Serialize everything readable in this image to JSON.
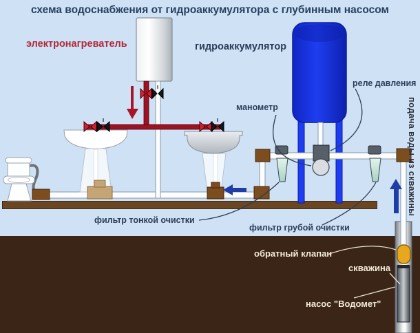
{
  "title": "схема водоснабжения от гидроаккумулятора с глубинным насосом",
  "diagram": {
    "heater_label": "электронагреватель",
    "accumulator_label": "гидроаккумулятор",
    "pressure_switch_label": "реле давления",
    "manometer_label": "манометр",
    "supply_label": "подача воды из скважины",
    "fine_filter_label": "фильтр тонкой очистки",
    "coarse_filter_label": "фильтр грубой очистки",
    "check_valve_label": "обратный клапан",
    "well_label": "скважина",
    "pump_label": "насос \"Водомет\""
  },
  "icons": {
    "hot_flow_arrow": "red-down-arrow",
    "cold_flow_arrow_left": "blue-left-arrow",
    "cold_flow_arrow_up": "blue-up-arrow",
    "valves": "bowtie-valve-icons"
  },
  "colors": {
    "sky": "#cfe1f5",
    "ground": "#3b2517",
    "floor": "#6b4623",
    "tank_blue": "#1e3df0",
    "hot_pipe_red": "#9c1322",
    "label_red": "#b0293a",
    "label_dark": "#2c3e57",
    "label_light": "#f3ead9",
    "flow_arrow_blue": "#1e3da6",
    "check_valve_gold": "#e7a81f"
  }
}
